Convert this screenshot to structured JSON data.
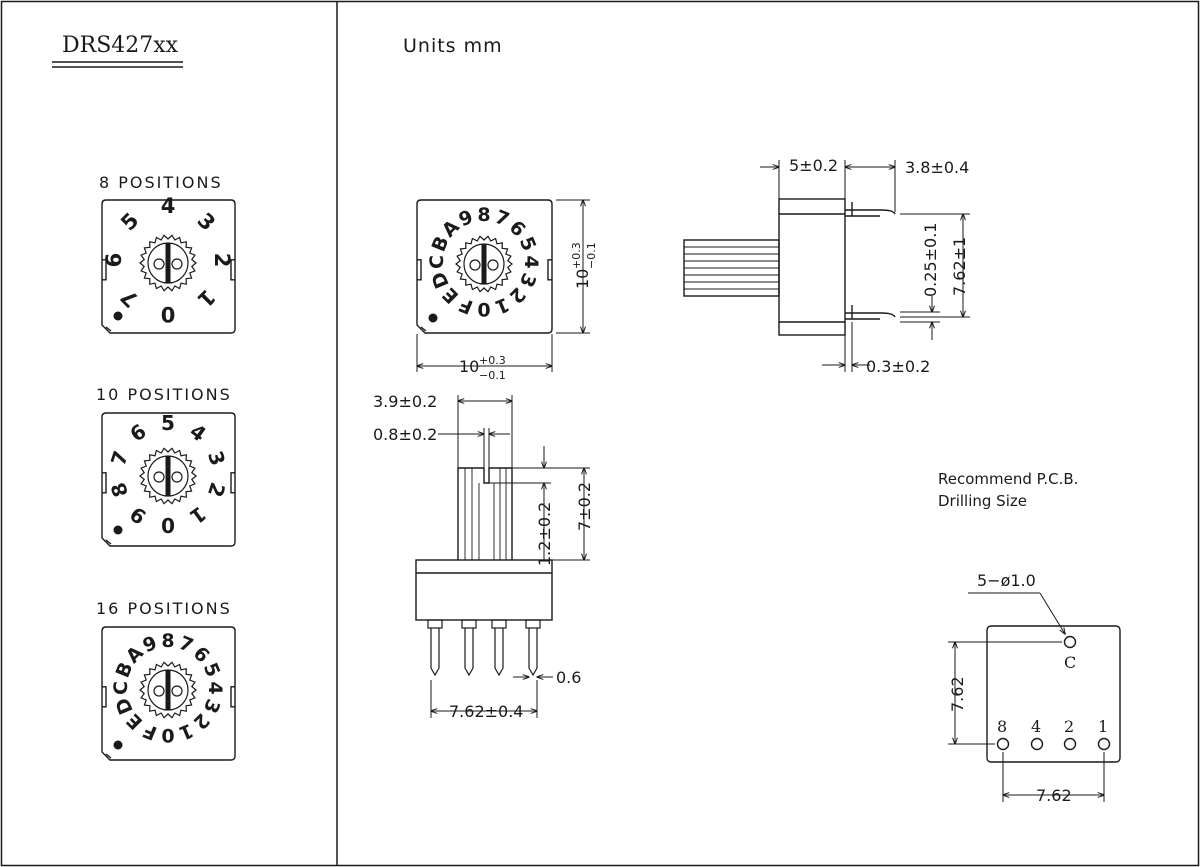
{
  "title": "DRS427xx",
  "units": "Units mm",
  "section_labels": {
    "eight": "8 POSITIONS",
    "ten": "10 POSITIONS",
    "sixteen": "16 POSITIONS"
  },
  "dials": {
    "eight": [
      "0",
      "1",
      "2",
      "3",
      "4",
      "5",
      "6",
      "7"
    ],
    "ten": [
      "0",
      "1",
      "2",
      "3",
      "4",
      "5",
      "6",
      "7",
      "8",
      "9"
    ],
    "sixteen": [
      "0",
      "1",
      "2",
      "3",
      "4",
      "5",
      "6",
      "7",
      "8",
      "9",
      "A",
      "B",
      "C",
      "D",
      "E",
      "F"
    ]
  },
  "dims": {
    "front_width_base": "10",
    "front_width_sup": "+0.3",
    "front_width_sub": "−0.1",
    "front_height_base": "10",
    "front_height_sup": "+0.3",
    "front_height_sub": "−0.1",
    "side_top_left": "5±0.2",
    "side_top_right": "3.8±0.4",
    "side_pin_gap": "0.25±0.1",
    "side_height": "7.62±1",
    "side_pin_thick": "0.3±0.2",
    "bottom_shaft_w": "3.9±0.2",
    "bottom_slot": "0.8±0.2",
    "bottom_slot_depth": "1.2±0.2",
    "bottom_shaft_h": "7±0.2",
    "bottom_pin_w": "0.6",
    "bottom_pitch": "7.62±0.4"
  },
  "pcb": {
    "heading_line1": "Recommend P.C.B.",
    "heading_line2": "Drilling Size",
    "hole_spec": "5−ø1.0",
    "common": "C",
    "pins": [
      "8",
      "4",
      "2",
      "1"
    ],
    "v_dim": "7.62",
    "h_dim": "7.62"
  }
}
